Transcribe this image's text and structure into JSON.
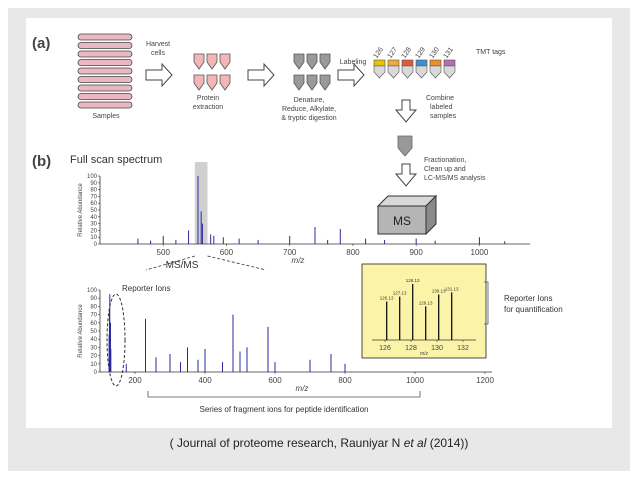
{
  "panel_a": {
    "label": "(a)",
    "samples_label": "Samples",
    "harvest_label": [
      "Harvest",
      "cells"
    ],
    "protein_label": [
      "Protein",
      "extraction"
    ],
    "digest_label": [
      "Denature,",
      "Reduce, Alkylate,",
      "& tryptic digestion"
    ],
    "labeling_label": "Labeling",
    "tmt_numbers": [
      "126",
      "127",
      "128",
      "129",
      "130",
      "131"
    ],
    "tmt_colors": [
      "#e8c400",
      "#f2a93b",
      "#e05a3a",
      "#3f8fd0",
      "#f28c28",
      "#b36fb0"
    ],
    "tmt_tags_label": "TMT tags",
    "combine_label": [
      "Combine",
      "labeled",
      "samples"
    ],
    "fractionation_label": [
      "Fractionation,",
      "Clean up and",
      "LC-MS/MS analysis"
    ],
    "ms_label": "MS"
  },
  "panel_b": {
    "label": "(b)",
    "full_scan_title": "Full scan spectrum",
    "msms_label": "MS/MS",
    "reporter_label": "Reporter Ions",
    "reporter_quant_label": [
      "Reporter Ions",
      "for quantification"
    ],
    "fragment_label": "Series of fragment ions for peptide identification"
  },
  "chart_data": [
    {
      "type": "bar",
      "title": "Full scan spectrum",
      "ylabel": "Relative Abundance",
      "xlabel": "m/z",
      "xlim": [
        400,
        1080
      ],
      "ylim": [
        0,
        100
      ],
      "xticks": [
        500,
        600,
        700,
        800,
        900,
        1000
      ],
      "yticks": [
        0,
        10,
        20,
        30,
        40,
        50,
        60,
        70,
        80,
        90,
        100
      ],
      "highlight_range": [
        550,
        570
      ],
      "x": [
        460,
        480,
        500,
        520,
        540,
        555,
        560,
        562,
        575,
        580,
        595,
        620,
        650,
        700,
        740,
        760,
        780,
        820,
        850,
        900,
        930,
        1000,
        1040
      ],
      "y": [
        8,
        5,
        12,
        6,
        20,
        100,
        48,
        30,
        14,
        12,
        10,
        8,
        6,
        12,
        25,
        6,
        22,
        8,
        6,
        8,
        5,
        10,
        4
      ]
    },
    {
      "type": "bar",
      "title": "",
      "ylabel": "Relative Abundance",
      "xlabel": "m/z",
      "xlim": [
        100,
        1220
      ],
      "ylim": [
        0,
        100
      ],
      "xticks": [
        200,
        400,
        600,
        800,
        1000,
        1200
      ],
      "yticks": [
        0,
        10,
        20,
        30,
        40,
        50,
        60,
        70,
        80,
        90,
        100
      ],
      "x": [
        126,
        127,
        128,
        129,
        130,
        131,
        175,
        230,
        260,
        300,
        330,
        350,
        380,
        400,
        450,
        480,
        500,
        520,
        580,
        600,
        700,
        760,
        800
      ],
      "y": [
        45,
        75,
        95,
        52,
        60,
        28,
        10,
        65,
        18,
        22,
        12,
        30,
        15,
        28,
        12,
        70,
        25,
        30,
        55,
        12,
        15,
        22,
        10
      ]
    },
    {
      "type": "bar",
      "title": "",
      "xlabel": "m/z",
      "xlim": [
        125,
        133
      ],
      "xticks": [
        126,
        128,
        130,
        132
      ],
      "categories": [
        "126.13",
        "127.13",
        "128.13",
        "129.13",
        "130.13",
        "131.13"
      ],
      "x": [
        126.13,
        127.13,
        128.13,
        129.13,
        130.13,
        131.13
      ],
      "y": [
        55,
        62,
        80,
        48,
        65,
        68
      ]
    }
  ],
  "caption": {
    "before": "( Journal of proteome research, Rauniyar N ",
    "italic": "et al",
    "after": " (2014))"
  }
}
